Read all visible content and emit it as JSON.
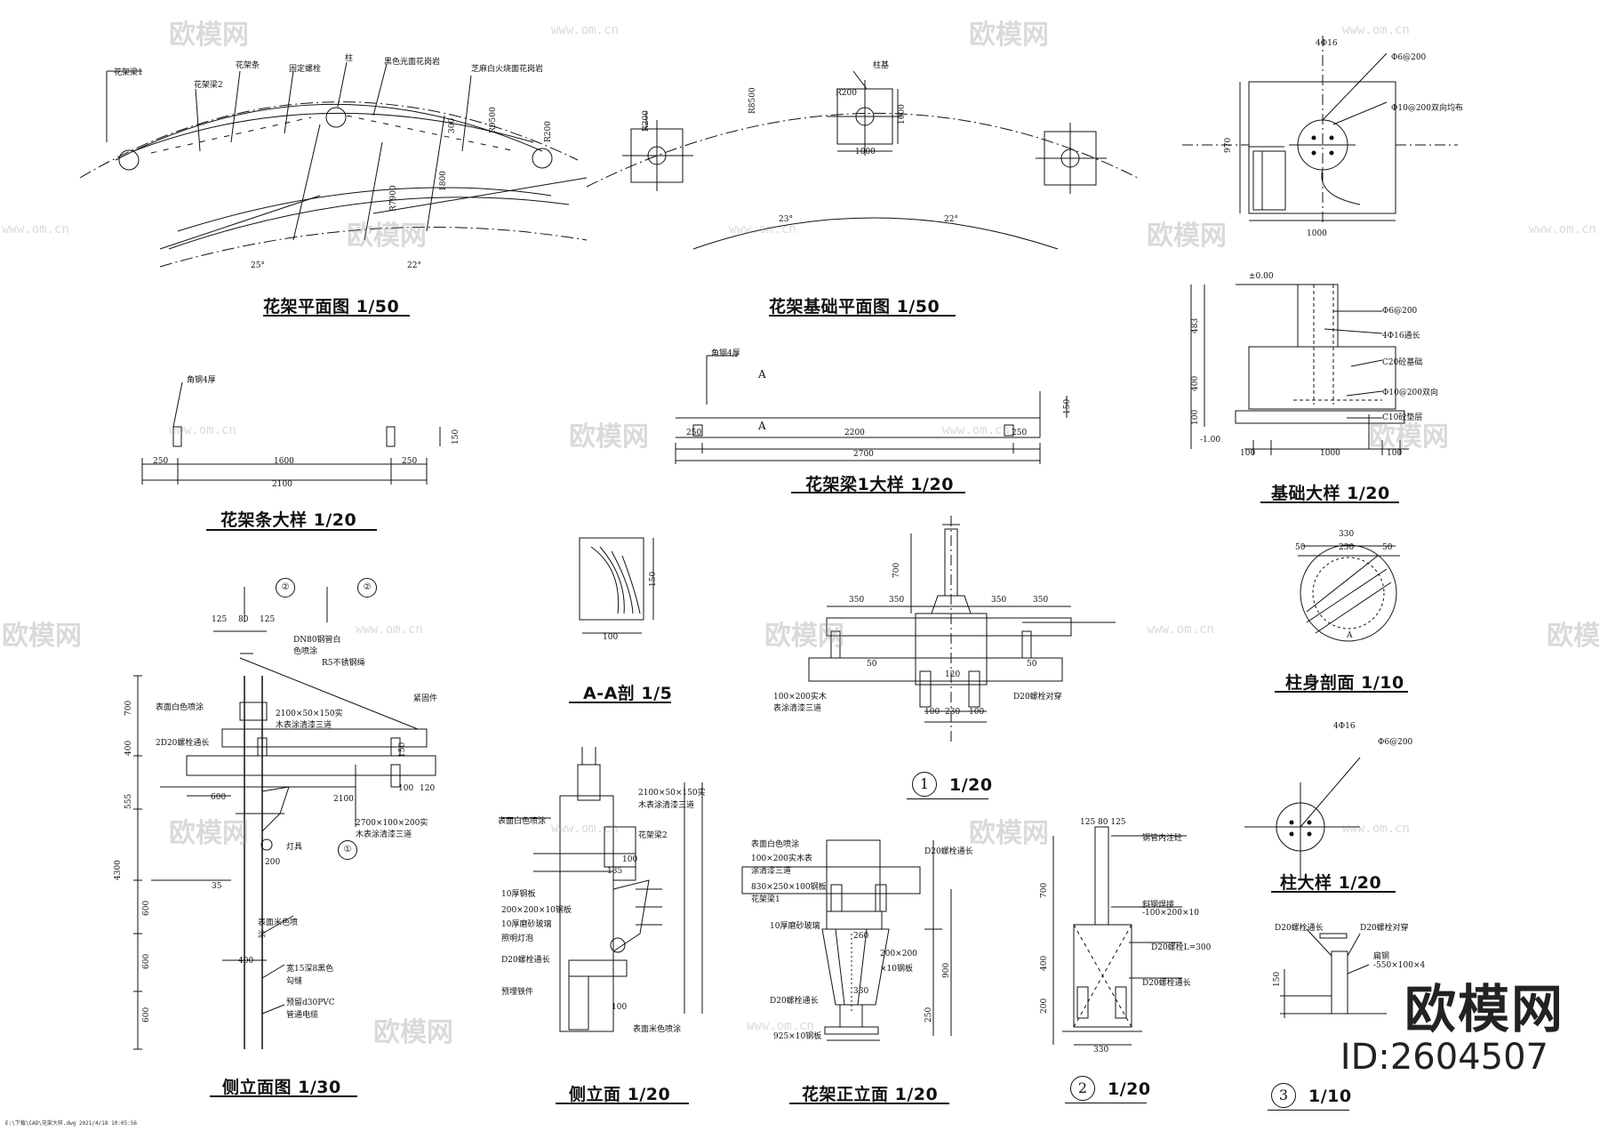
{
  "titles": {
    "plan": "花架平面图 1/50",
    "foundation_plan": "花架基础平面图 1/50",
    "strip_detail": "花架条大样 1/20",
    "beam1_detail": "花架梁1大样 1/20",
    "foundation_detail": "基础大样 1/20",
    "section_aa": "A-A剖 1/5",
    "detail1_scale": "1/20",
    "detail1_num": "1",
    "column_section": "柱身剖面 1/10",
    "side_elevation_main": "侧立面图 1/30",
    "side_elevation": "侧立面 1/20",
    "front_elevation": "花架正立面 1/20",
    "detail2_num": "2",
    "detail2_scale": "1/20",
    "detail3_num": "3",
    "detail3_scale": "1/10",
    "column_detail": "柱大样 1/20"
  },
  "plan_labels": {
    "beam1": "花架梁1",
    "beam2": "花架梁2",
    "strip": "花架条",
    "fix_bolt": "固定螺栓",
    "column": "柱",
    "black_granite": "黑色光面花岗岩",
    "sesame_white": "芝麻白火烧面花岗岩",
    "r200": "R200",
    "r9500": "R9500",
    "r7900": "R7900",
    "d1800": "1800",
    "d300": "300",
    "a25": "25°",
    "a22": "22°"
  },
  "foundation_plan_labels": {
    "col_base": "柱基",
    "r200": "R200",
    "r8500": "R8500",
    "d1000": "1000",
    "a23": "23°",
    "a22": "22°"
  },
  "foundation_section_top": {
    "bars": "4Φ16",
    "stirrup": "Φ6@200",
    "bidirection": "Φ10@200双向均布",
    "d970": "970",
    "d1000": "1000"
  },
  "strip_labels": {
    "angle": "角钢4厚",
    "d250a": "250",
    "d1600": "1600",
    "d250b": "250",
    "d2100": "2100",
    "d150": "150"
  },
  "beam1_labels": {
    "angle": "角钢4厚",
    "secA": "A",
    "secA2": "A",
    "d250a": "250",
    "d2200": "2200",
    "d250b": "250",
    "d2700": "2700",
    "d150": "150"
  },
  "foundation_detail_labels": {
    "zero": "±0.00",
    "minus": "-1.00",
    "stirrup": "Φ6@200",
    "bars": "4Φ16通长",
    "c20": "C20砼基础",
    "mesh": "Φ10@200双向",
    "c10": "C10砼垫层",
    "d483": "483",
    "d400": "400",
    "d100": "100",
    "d100a": "100",
    "d1000": "1000",
    "d100b": "100"
  },
  "section_aa_labels": {
    "d100": "100",
    "d150": "150"
  },
  "column_section_labels": {
    "d330": "330",
    "d50a": "50",
    "d230": "230",
    "d50b": "50",
    "a": "A"
  },
  "column_detail_labels": {
    "bars": "4Φ16",
    "stirrup": "Φ6@200"
  },
  "side_main_labels": {
    "top125a": "125",
    "top80": "80",
    "top125b": "125",
    "dn80": "DN80钢管白",
    "dn80b": "色喷涂",
    "r5": "R5不锈钢绳",
    "fix": "紧固件",
    "white": "表面白色喷涂",
    "wood1": "2100×50×150实",
    "wood1b": "木表涂清漆三道",
    "bolt": "2D20螺栓通长",
    "wood2": "2700×100×200实",
    "wood2b": "木表涂清漆三道",
    "lamp": "灯具",
    "paint": "表面米色喷",
    "paint2": "涂",
    "groove": "宽15深8黑色",
    "groove2": "勾缝",
    "pvc": "预留d30PVC",
    "pvc2": "管通电缆",
    "d700": "700",
    "d400": "400",
    "d200": "200",
    "d555": "555",
    "d4300": "4300",
    "d600": "600",
    "d150": "150",
    "d2100": "2100",
    "d100": "100",
    "d120": "120",
    "d35": "35",
    "c1": "①",
    "c2": "②"
  },
  "side_labels": {
    "wood": "2100×50×150实",
    "woodb": "木表涂清漆三道",
    "white": "表面白色喷涂",
    "beam2": "花架梁2",
    "plate10": "10厚钢板",
    "plate200": "200×200×10钢板",
    "glass": "10厚磨砂玻璃",
    "lamp": "照明灯泡",
    "bolt": "D20螺栓通长",
    "embed": "预埋铁件",
    "paint": "表面米色喷涂",
    "d135": "135",
    "d100": "100"
  },
  "front_labels": {
    "white": "表面白色喷涂",
    "wood": "100×200实木表",
    "woodb": "涂清漆三道",
    "beam": "830×250×100钢板",
    "beam1": "花架梁1",
    "glass": "10厚磨砂玻璃",
    "bolt": "D20螺栓通长",
    "bolt2": "D20螺栓通长",
    "plate": "200×200",
    "plate2": "×10钢板",
    "base": "925×10钢板",
    "d900": "900",
    "d260": "260",
    "d330": "330",
    "d250": "250"
  },
  "detail1_labels": {
    "d350a": "350",
    "d350b": "350",
    "d350c": "350",
    "d350d": "350",
    "d700": "700",
    "d50": "50",
    "d120": "120",
    "d100": "100",
    "d230": "230",
    "wood": "100×200实木",
    "woodb": "表涂清漆三道",
    "bolt": "D20螺栓对穿"
  },
  "detail2_labels": {
    "top": "125 80 125",
    "pipe": "钢管内注砼",
    "plate": "斜钢焊接",
    "plate2": "-100×200×10",
    "bolt": "D20螺栓L=300",
    "bolt2": "D20螺栓通长",
    "d700": "700",
    "d400": "400",
    "d200": "200",
    "d330": "330"
  },
  "detail3_labels": {
    "bolt": "D20螺栓通长",
    "bolt2": "D20螺栓对穿",
    "flat": "扁钢",
    "flat2": "-550×100×4",
    "d150": "150"
  },
  "watermark": {
    "brand": "欧模网",
    "url": "www.om.cn"
  },
  "stamp": {
    "brand": "欧模网",
    "id": "ID:2604507"
  },
  "footer": "E:\\下载\\CAD\\花架大样.dwg 2021/4/18 10:05:56"
}
